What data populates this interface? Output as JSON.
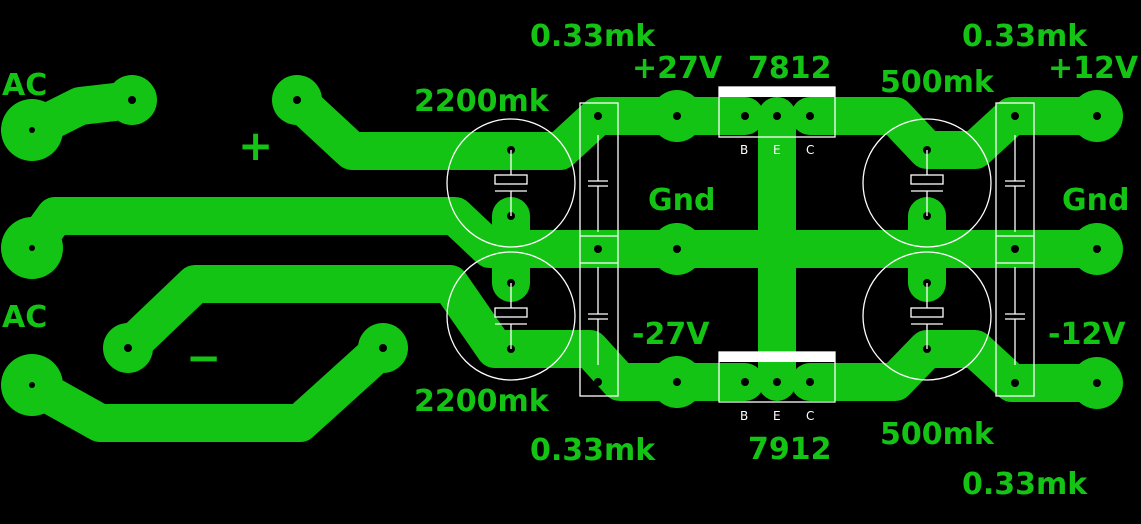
{
  "title": "Dual power supply PCB layout (+/-12V)",
  "colors": {
    "copper": "#14c414",
    "silkscreen": "#ffffff",
    "background": "#000000"
  },
  "labels": {
    "ac_top": "AC",
    "ac_bottom": "AC",
    "plus": "+",
    "minus": "−",
    "cap_top_left": "0.33mk",
    "cap_top_right": "0.33mk",
    "cap_bottom_left": "0.33mk",
    "cap_bottom_right": "0.33mk",
    "v_pos_in": "+27V",
    "v_neg_in": "-27V",
    "v_pos_out": "+12V",
    "v_neg_out": "-12V",
    "reg_pos": "7812",
    "reg_neg": "7912",
    "elec_top_left": "2200mk",
    "elec_bottom_left": "2200mk",
    "elec_top_right": "500mk",
    "elec_bottom_right": "500mk",
    "gnd_mid": "Gnd",
    "gnd_right": "Gnd"
  },
  "pins": {
    "b": "B",
    "e": "E",
    "c": "C"
  }
}
